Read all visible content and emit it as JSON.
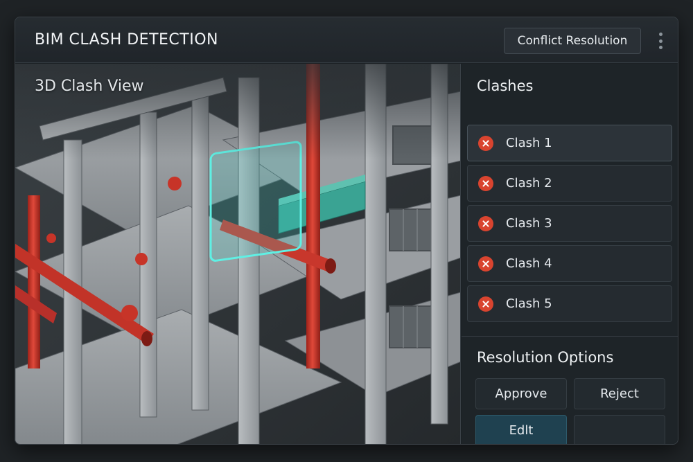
{
  "app": {
    "title": "BIM CLASH DETECTION",
    "header_button": "Conflict Resolution",
    "menu_icon": "kebab-menu-icon"
  },
  "viewport": {
    "label": "3D Clash View"
  },
  "clashes": {
    "title": "Clashes",
    "items": [
      {
        "label": "Clash 1",
        "icon": "x-circle-icon",
        "status_color": "#d9442f"
      },
      {
        "label": "Clash 2",
        "icon": "x-circle-icon",
        "status_color": "#d9442f"
      },
      {
        "label": "Clash 3",
        "icon": "x-circle-icon",
        "status_color": "#d9442f"
      },
      {
        "label": "Clash 4",
        "icon": "x-circle-icon",
        "status_color": "#d9442f"
      },
      {
        "label": "Clash 5",
        "icon": "x-circle-icon",
        "status_color": "#d9442f"
      }
    ]
  },
  "resolution": {
    "title": "Resolution Options",
    "approve": "Approve",
    "reject": "Reject",
    "edit": "Edlt",
    "empty": ""
  },
  "colors": {
    "pipe": "#c8372c",
    "highlight": "#3fd3c8",
    "accent_button": "#1f4150"
  }
}
